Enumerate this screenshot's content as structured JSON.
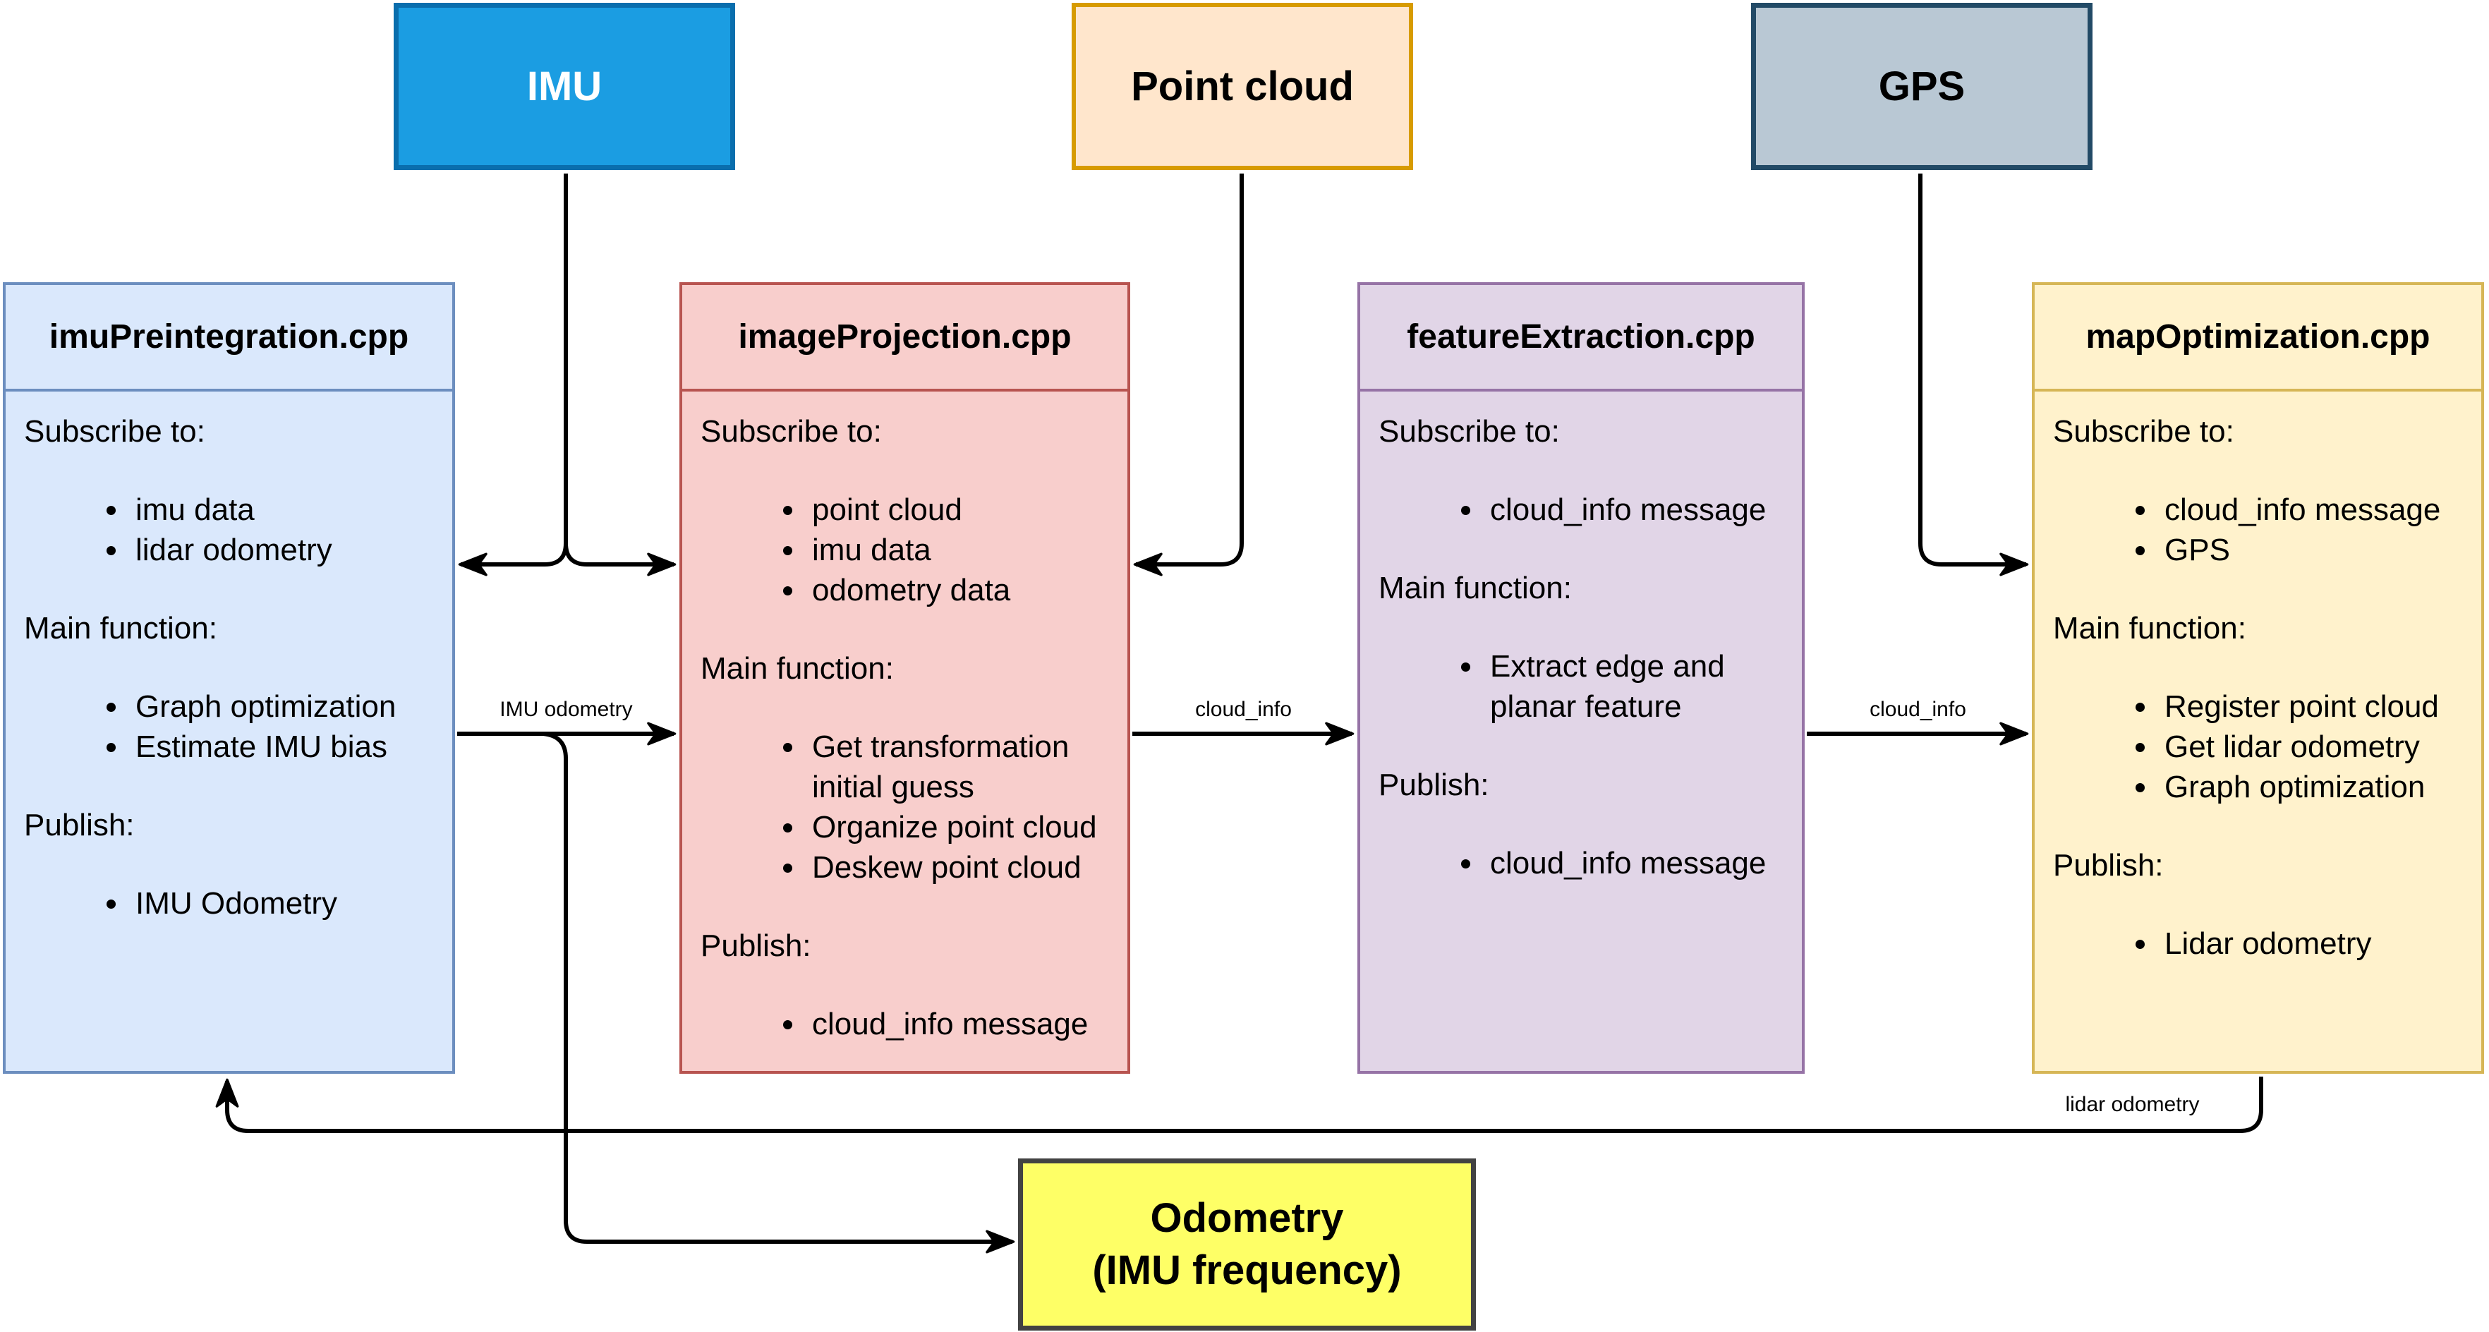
{
  "sources": [
    {
      "label": "IMU"
    },
    {
      "label": "Point cloud"
    },
    {
      "label": "GPS"
    }
  ],
  "nodes": [
    {
      "title": "imuPreintegration.cpp",
      "subscribe_heading": "Subscribe to:",
      "subscribe": [
        "imu data",
        "lidar odometry"
      ],
      "main_heading": "Main function:",
      "main": [
        "Graph optimization",
        "Estimate IMU bias"
      ],
      "publish_heading": "Publish:",
      "publish": [
        "IMU Odometry"
      ]
    },
    {
      "title": "imageProjection.cpp",
      "subscribe_heading": "Subscribe to:",
      "subscribe": [
        "point cloud",
        "imu data",
        "odometry data"
      ],
      "main_heading": "Main function:",
      "main": [
        "Get transformation initial guess",
        "Organize point cloud",
        "Deskew point cloud"
      ],
      "publish_heading": "Publish:",
      "publish": [
        "cloud_info message"
      ]
    },
    {
      "title": "featureExtraction.cpp",
      "subscribe_heading": "Subscribe to:",
      "subscribe": [
        "cloud_info message"
      ],
      "main_heading": "Main function:",
      "main": [
        "Extract edge and planar feature"
      ],
      "publish_heading": "Publish:",
      "publish": [
        "cloud_info message"
      ]
    },
    {
      "title": "mapOptimization.cpp",
      "subscribe_heading": "Subscribe to:",
      "subscribe": [
        "cloud_info message",
        "GPS"
      ],
      "main_heading": "Main function:",
      "main": [
        "Register point cloud",
        "Get lidar odometry",
        "Graph optimization"
      ],
      "publish_heading": "Publish:",
      "publish": [
        "Lidar odometry"
      ]
    }
  ],
  "output": {
    "line1": "Odometry",
    "line2": "(IMU frequency)"
  },
  "edge_labels": {
    "imu_odometry": "IMU odometry",
    "cloud_info_left": "cloud_info",
    "cloud_info_right": "cloud_info",
    "lidar_odometry": "lidar odometry"
  },
  "colors": {
    "imu_fill": "#1B9DE2",
    "imu_border": "#0A6EAD",
    "imu_text": "#FFFFFF",
    "pointcloud_fill": "#FFE6CC",
    "pointcloud_border": "#D79B00",
    "gps_fill": "#B9C8D4",
    "gps_border": "#224A66",
    "node1_fill": "#DAE8FC",
    "node1_border": "#6C8EBF",
    "node2_fill": "#F8CECC",
    "node2_border": "#B85450",
    "node3_fill": "#E1D5E7",
    "node3_border": "#9673A6",
    "node4_fill": "#FFF2CC",
    "node4_border": "#D6B656",
    "output_fill": "#FEFF66",
    "output_border": "#424242",
    "connector": "#000000"
  }
}
